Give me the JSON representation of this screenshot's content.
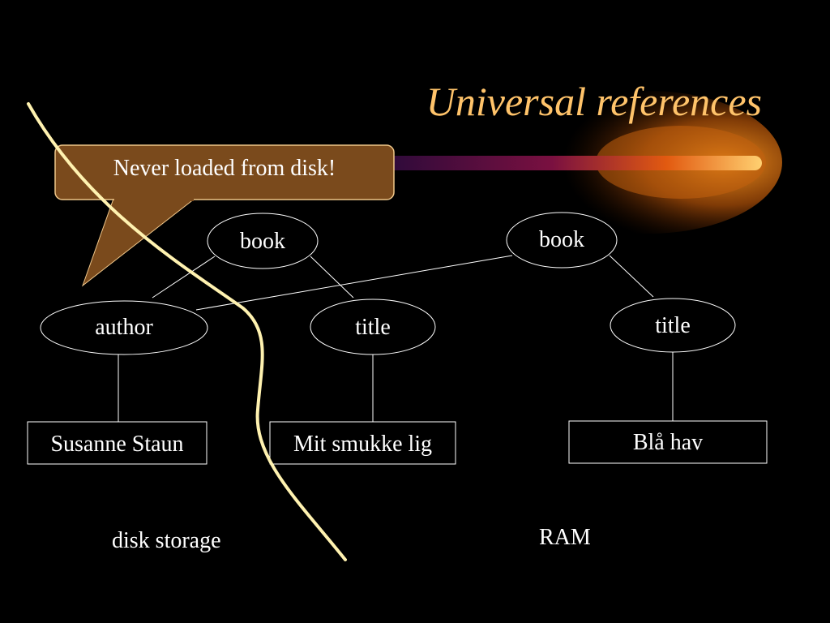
{
  "title": "Universal references",
  "callout": {
    "text": "Never loaded from disk!"
  },
  "disk_side": {
    "book": "book",
    "author": "author",
    "title": "title",
    "author_value": "Susanne Staun",
    "title_value": "Mit smukke lig",
    "caption": "disk storage"
  },
  "ram_side": {
    "book": "book",
    "title": "title",
    "title_value": "Blå hav",
    "caption": "RAM"
  },
  "colors": {
    "background": "#000000",
    "title": "#ffc36a",
    "callout_fill": "#7a4a1c",
    "callout_border": "#f0c78a",
    "divider": "#fff2b0",
    "lines": "#ffffff"
  }
}
